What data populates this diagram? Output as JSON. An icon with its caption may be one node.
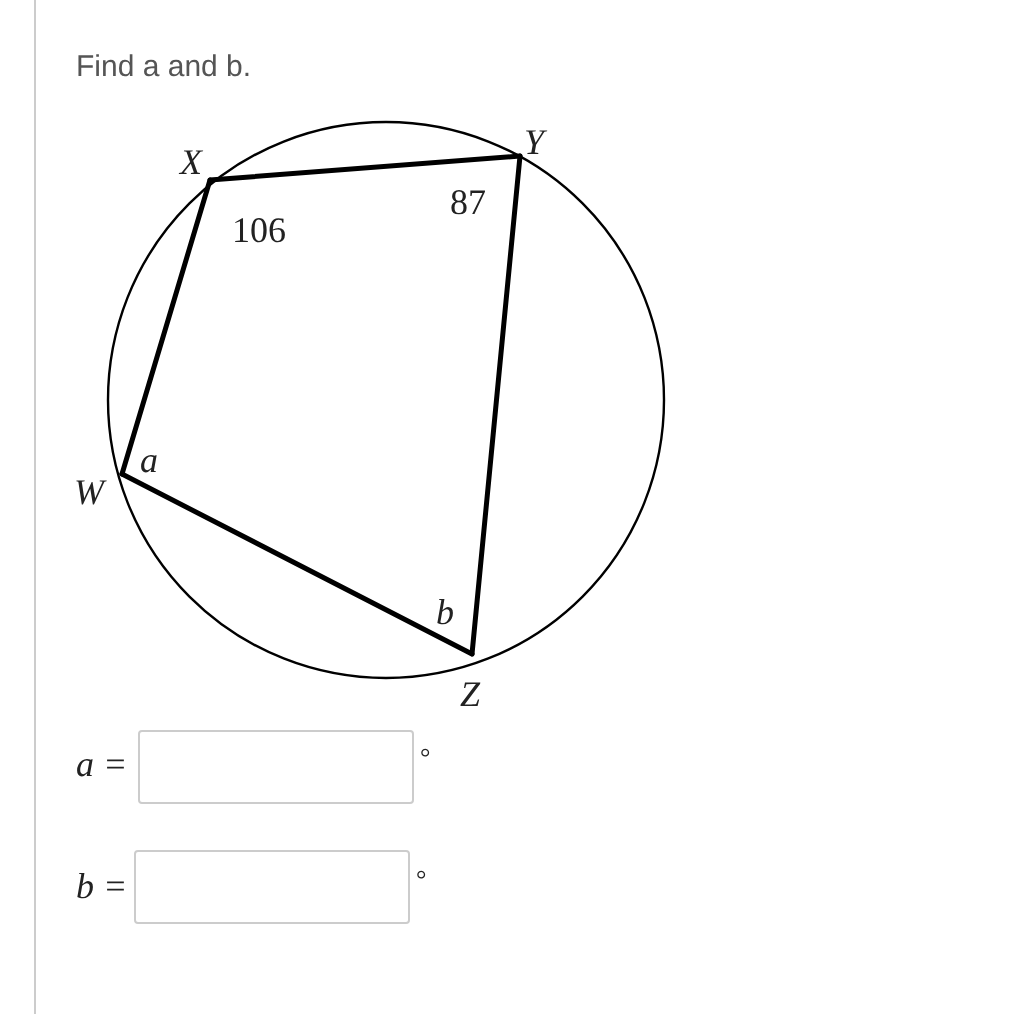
{
  "diagram": {
    "title": "Find a and b.",
    "nodes": [
      {
        "text": [
          "X"
        ],
        "beside": [
          "106"
        ]
      },
      {
        "text": [
          "Y"
        ],
        "beside": [
          "87"
        ]
      },
      {
        "text": [
          "Z"
        ],
        "beside": [
          "b"
        ]
      },
      {
        "text": [
          "W"
        ],
        "beside": [
          "a"
        ]
      }
    ],
    "edges": [
      {
        "from": 0,
        "to": 1,
        "arrow": "none"
      },
      {
        "from": 1,
        "to": 2,
        "arrow": "none"
      },
      {
        "from": 2,
        "to": 3,
        "arrow": "none"
      },
      {
        "from": 3,
        "to": 0,
        "arrow": "none"
      }
    ],
    "labels": [
      "a =",
      "°",
      "b =",
      "°"
    ]
  }
}
